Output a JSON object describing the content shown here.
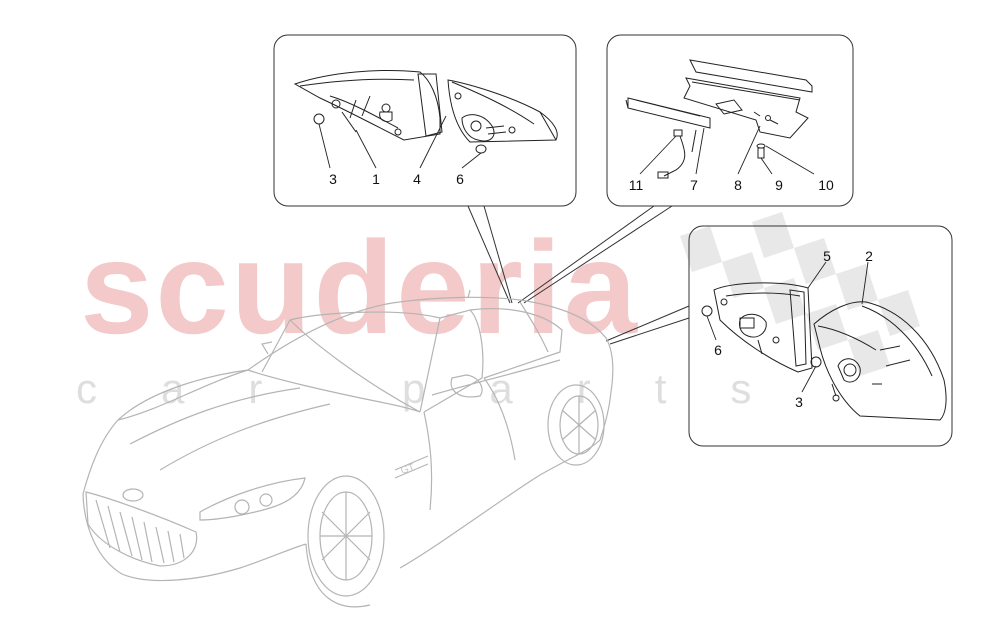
{
  "watermark": {
    "brand": "scuderia",
    "tagline": "car parts",
    "brand_color": "#f3c9c9",
    "tagline_color": "#dedede"
  },
  "callouts": [
    {
      "id": "c3a",
      "text": "3"
    },
    {
      "id": "c1",
      "text": "1"
    },
    {
      "id": "c4",
      "text": "4"
    },
    {
      "id": "c6a",
      "text": "6"
    },
    {
      "id": "c11",
      "text": "11"
    },
    {
      "id": "c7",
      "text": "7"
    },
    {
      "id": "c8",
      "text": "8"
    },
    {
      "id": "c9",
      "text": "9"
    },
    {
      "id": "c10",
      "text": "10"
    },
    {
      "id": "c5",
      "text": "5"
    },
    {
      "id": "c2",
      "text": "2"
    },
    {
      "id": "c6b",
      "text": "6"
    },
    {
      "id": "c3b",
      "text": "3"
    }
  ],
  "car_badge": "GT"
}
